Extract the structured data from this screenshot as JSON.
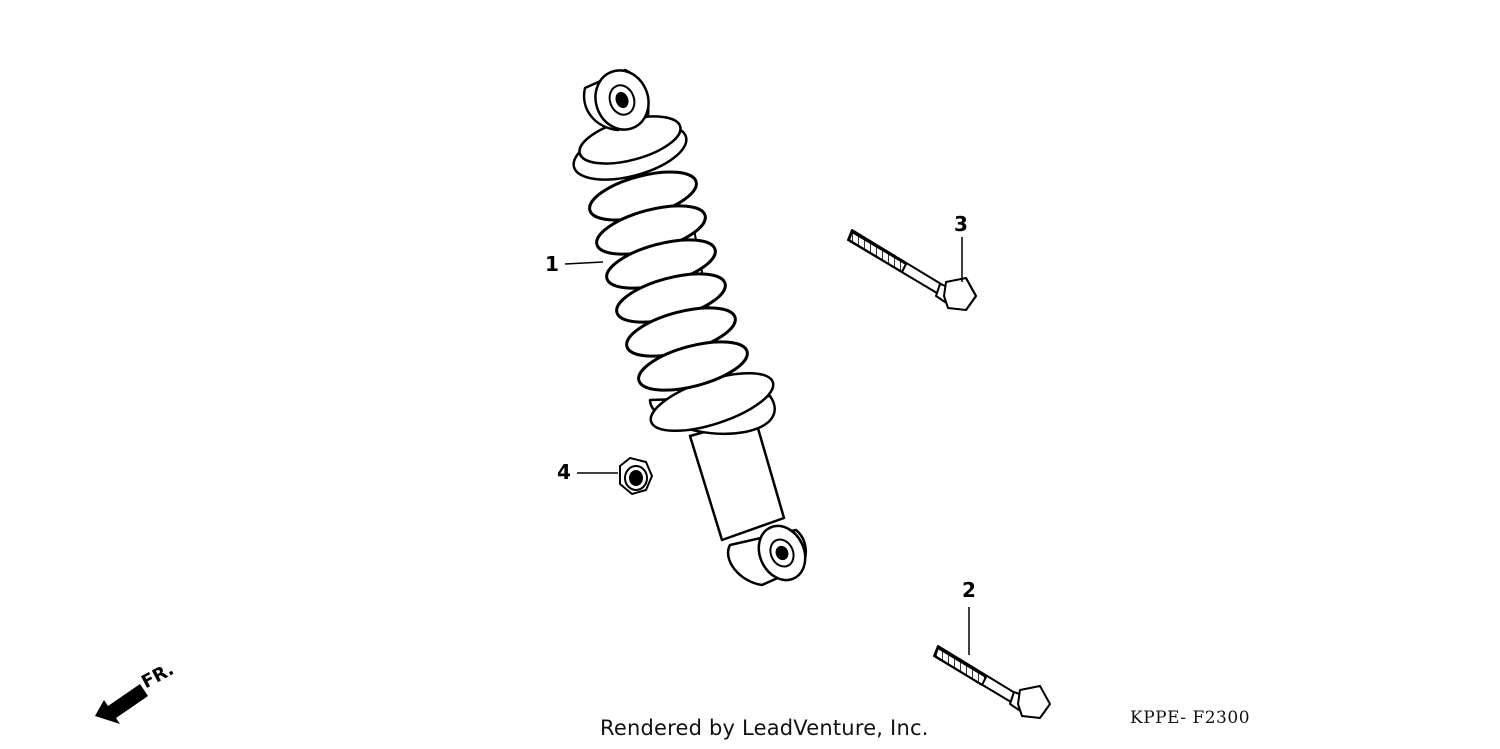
{
  "callouts": [
    {
      "id": "1",
      "label": "1"
    },
    {
      "id": "2",
      "label": "2"
    },
    {
      "id": "3",
      "label": "3"
    },
    {
      "id": "4",
      "label": "4"
    }
  ],
  "direction_label": "FR.",
  "footer_text": "Rendered by LeadVenture, Inc.",
  "diagram_code": "KPPE- F2300"
}
